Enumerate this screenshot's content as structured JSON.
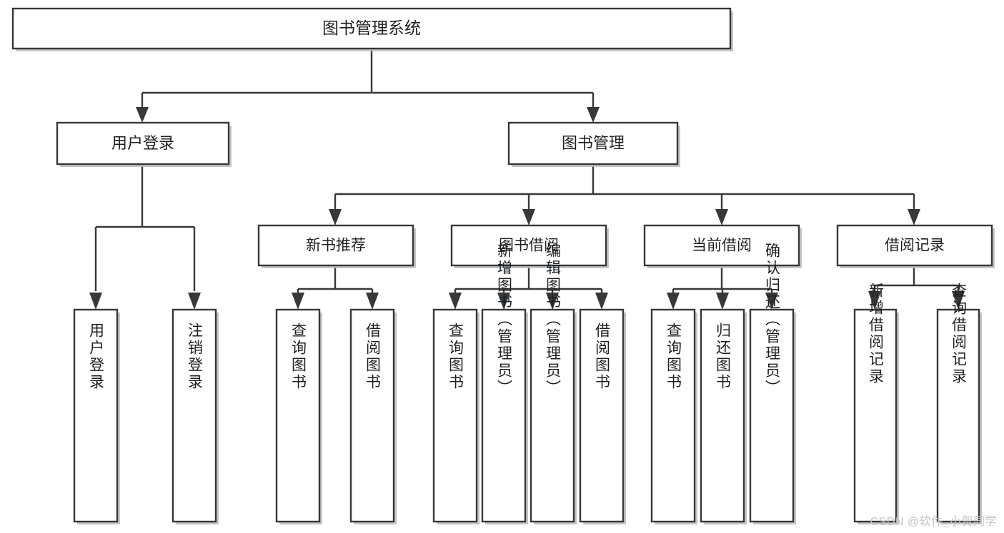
{
  "diagram": {
    "title": "图书管理系统",
    "watermark": "CSDN @软件_小贺同学",
    "style": {
      "box_fill": "#ffffff",
      "box_stroke": "#36383a",
      "shadow": "#b9bbbd",
      "text": "#1d2023",
      "watermark_color": "#c2c4c6",
      "background": "#ffffff"
    },
    "root": {
      "label": "图书管理系统"
    },
    "level2": [
      {
        "label": "用户登录"
      },
      {
        "label": "图书管理"
      }
    ],
    "level3": [
      {
        "label": "新书推荐"
      },
      {
        "label": "图书借阅"
      },
      {
        "label": "当前借阅"
      },
      {
        "label": "借阅记录"
      }
    ],
    "leaves": {
      "user_login": [
        {
          "label": "用户登录"
        },
        {
          "label": "注销登录"
        }
      ],
      "new_book": [
        {
          "label": "查询图书"
        },
        {
          "label": "借阅图书"
        }
      ],
      "borrow_book": [
        {
          "label": "查询图书"
        },
        {
          "label": "新增图书（管理员）"
        },
        {
          "label": "编辑图书（管理员）"
        },
        {
          "label": "借阅图书"
        }
      ],
      "current_borrow": [
        {
          "label": "查询图书"
        },
        {
          "label": "归还图书"
        },
        {
          "label": "确认归还（管理员）"
        }
      ],
      "borrow_record": [
        {
          "label": "新增借阅记录"
        },
        {
          "label": "查询借阅记录"
        }
      ]
    }
  }
}
